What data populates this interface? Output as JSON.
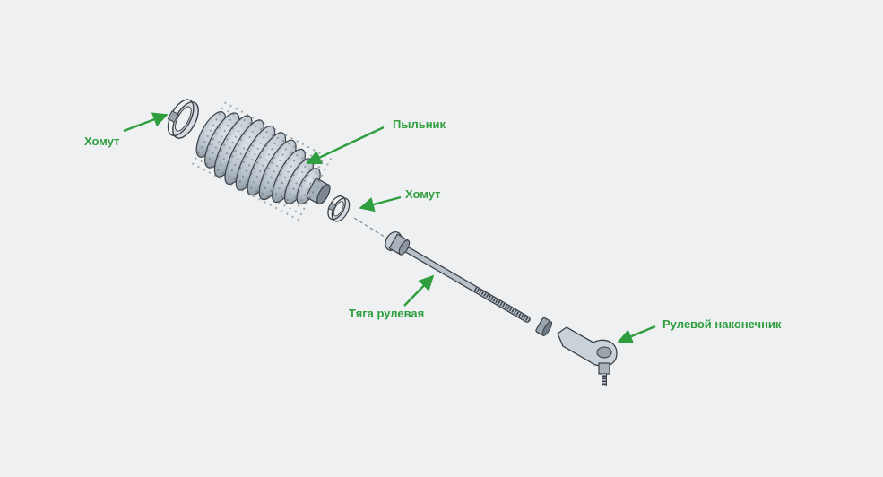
{
  "labels": {
    "clamp_left": "Хомут",
    "boot": "Пыльник",
    "clamp_right": "Хомут",
    "tie_rod": "Тяга рулевая",
    "tie_rod_end": "Рулевой наконечник"
  },
  "colors": {
    "background": "#eef0f1",
    "label_green": "#2f9e3e",
    "part_fill": "#c9d2d9",
    "part_dark": "#7c8791",
    "part_outline": "#3a4047",
    "boot_fill": "#b9c3cc"
  }
}
